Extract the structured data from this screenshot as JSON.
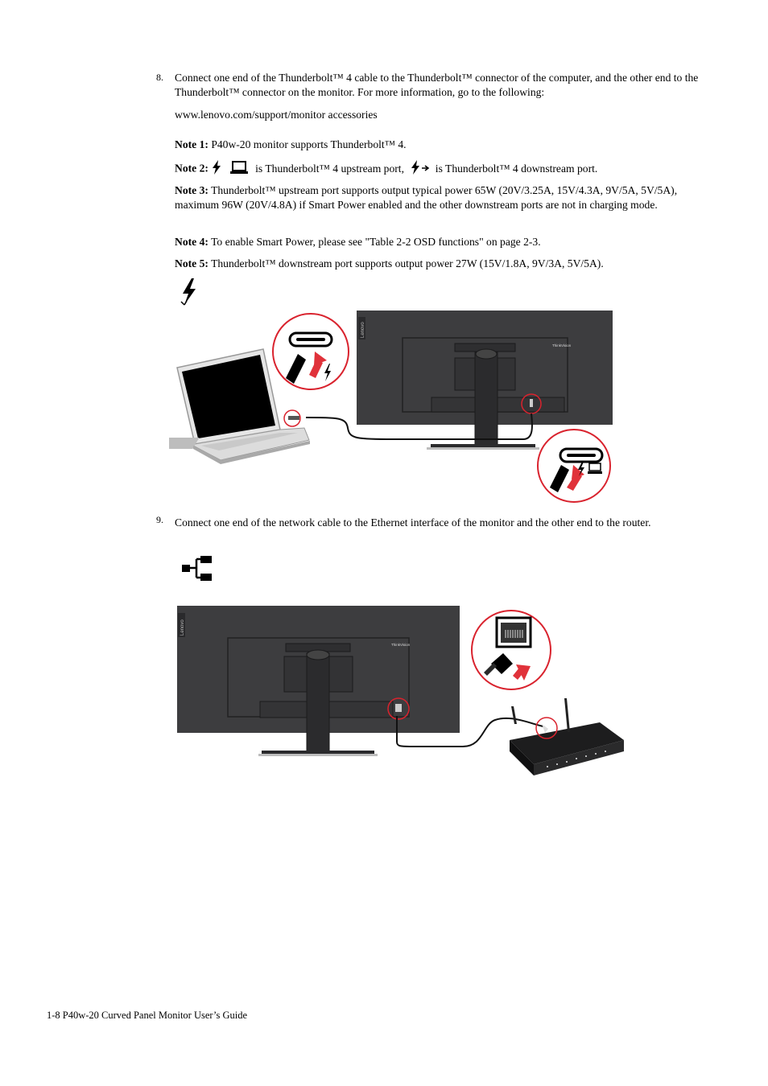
{
  "step8": {
    "number": "8.",
    "text": "Connect one end of the Thunderbolt™ 4 cable to the Thunderbolt™ connector of the computer, and the other end to the Thunderbolt™ connector on the monitor. For more information, go to the following:",
    "url": "www.lenovo.com/support/monitor accessories",
    "notes": [
      {
        "label": "Note 1:",
        "text": "P40w-20 monitor supports Thunderbolt™ 4."
      },
      {
        "label": "Note 2:",
        "text_a": "is Thunderbolt™ 4 upstream port,",
        "text_b": "is Thunderbolt™ 4 downstream port."
      },
      {
        "label": "Note 3:",
        "text": "Thunderbolt™ upstream port supports output typical power 65W (20V/3.25A, 15V/4.3A, 9V/5A, 5V/5A), maximum 96W (20V/4.8A) if Smart Power enabled and the other downstream ports are not in charging mode."
      },
      {
        "label": "Note 4:",
        "text": "To enable Smart Power, please see \"Table 2-2 OSD functions\" on page 2-3."
      },
      {
        "label": "Note 5:",
        "text": "Thunderbolt™ downstream port supports output power 27W (15V/1.8A, 9V/3A, 5V/5A)."
      }
    ]
  },
  "step9": {
    "number": "9.",
    "text": "Connect one end of the network cable to the Ethernet interface of the monitor and the other end to the router."
  },
  "figures": {
    "monitor_logo": "Lenovo",
    "monitor_badge": "ThinkVision"
  },
  "footer": {
    "text": "1-8  P40w-20 Curved Panel Monitor User’s Guide"
  },
  "colors": {
    "monitor_back": "#3d3d3f",
    "callout_red": "#d9232e",
    "arrow_red": "#e0323a"
  },
  "icons": [
    "thunderbolt-icon",
    "laptop-icon",
    "thunderbolt-downstream-icon",
    "ethernet-icon"
  ]
}
